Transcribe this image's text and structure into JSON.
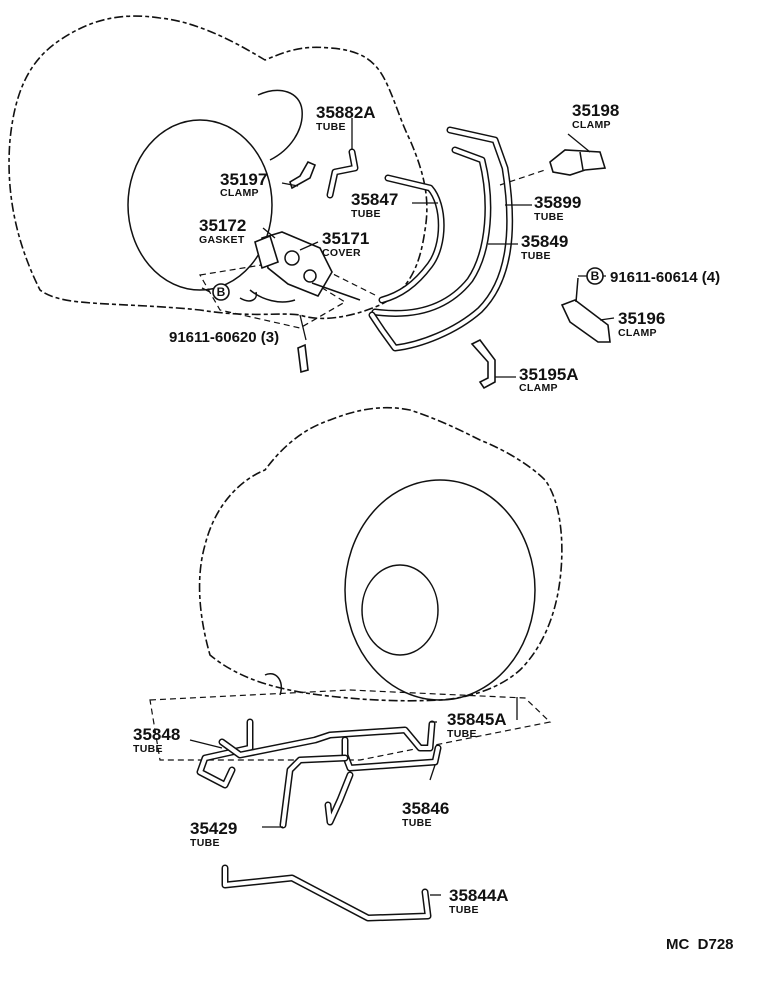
{
  "parts": {
    "p35882A": {
      "num": "35882A",
      "name": "TUBE"
    },
    "p35198": {
      "num": "35198",
      "name": "CLAMP"
    },
    "p35197": {
      "num": "35197",
      "name": "CLAMP"
    },
    "p35847": {
      "num": "35847",
      "name": "TUBE"
    },
    "p35899": {
      "num": "35899",
      "name": "TUBE"
    },
    "p35172": {
      "num": "35172",
      "name": "GASKET"
    },
    "p35171": {
      "num": "35171",
      "name": "COVER"
    },
    "p35849": {
      "num": "35849",
      "name": "TUBE"
    },
    "p35196": {
      "num": "35196",
      "name": "CLAMP"
    },
    "p35195A": {
      "num": "35195A",
      "name": "CLAMP"
    },
    "p35848": {
      "num": "35848",
      "name": "TUBE"
    },
    "p35845A": {
      "num": "35845A",
      "name": "TUBE"
    },
    "p35846": {
      "num": "35846",
      "name": "TUBE"
    },
    "p35429": {
      "num": "35429",
      "name": "TUBE"
    },
    "p35844A": {
      "num": "35844A",
      "name": "TUBE"
    }
  },
  "bolts": {
    "bolt_upper": {
      "marker": "B",
      "code": "91611-60614 (4)"
    },
    "bolt_lower": {
      "marker": "B",
      "code": "91611-60620 (3)"
    }
  },
  "diagram_code": "MC  D728"
}
